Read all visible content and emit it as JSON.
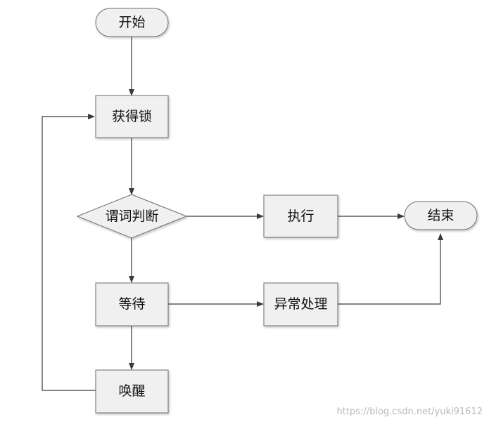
{
  "diagram": {
    "nodes": {
      "start": "开始",
      "acquire_lock": "获得锁",
      "condition_check": "谓词判断",
      "execute": "执行",
      "end": "结束",
      "wait": "等待",
      "exception_handling": "异常处理",
      "wake_up": "唤醒"
    },
    "colors": {
      "node_fill": "#f0f0f0",
      "node_stroke": "#6e6e6e",
      "edge": "#3a3a3a"
    }
  },
  "watermark": "https://blog.csdn.net/yuki91612"
}
